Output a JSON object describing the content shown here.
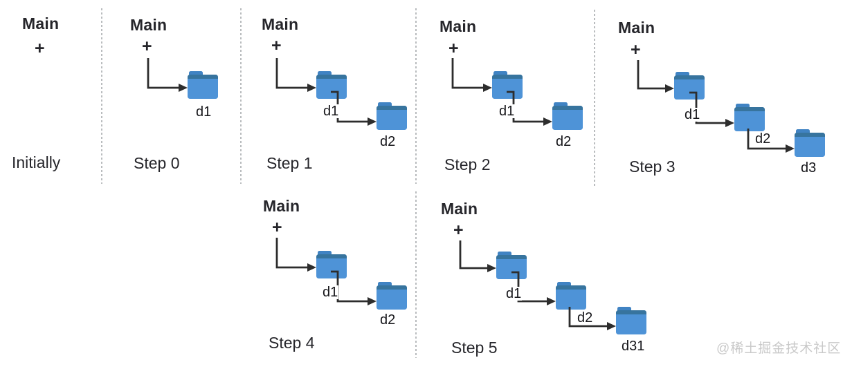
{
  "colors": {
    "text": "#26262b",
    "label": "#16161a",
    "arrow": "#2d2d2d",
    "folder_body": "#4E93D7",
    "folder_tab": "#4083C3",
    "folder_stripe": "#37749E",
    "divider": "#b9bcbe",
    "watermark": "#c9c9c9"
  },
  "watermark": "@稀土掘金技术社区",
  "panels": {
    "initially": {
      "root": "Main",
      "plus": "+",
      "caption": "Initially",
      "folders": {}
    },
    "step0": {
      "root": "Main",
      "plus": "+",
      "caption": "Step 0",
      "folders": {
        "d1": "d1"
      }
    },
    "step1": {
      "root": "Main",
      "plus": "+",
      "caption": "Step 1",
      "folders": {
        "d1": "d1",
        "d2": "d2"
      }
    },
    "step2": {
      "root": "Main",
      "plus": "+",
      "caption": "Step 2",
      "folders": {
        "d1": "d1",
        "d2": "d2"
      }
    },
    "step3": {
      "root": "Main",
      "plus": "+",
      "caption": "Step 3",
      "folders": {
        "d1": "d1",
        "d2": "d2",
        "d3": "d3"
      }
    },
    "step4": {
      "root": "Main",
      "plus": "+",
      "caption": "Step 4",
      "folders": {
        "d1": "d1",
        "d2": "d2"
      }
    },
    "step5": {
      "root": "Main",
      "plus": "+",
      "caption": "Step 5",
      "folders": {
        "d1": "d1",
        "d2": "d2",
        "d31": "d31"
      }
    }
  }
}
